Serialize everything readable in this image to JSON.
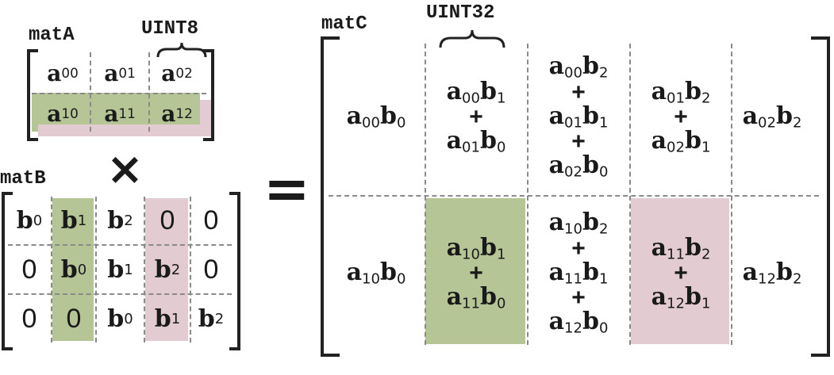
{
  "labels": {
    "matA": "matA",
    "matB": "matB",
    "matC": "matC",
    "uint8": "UINT8",
    "uint32": "UINT32",
    "times": "×",
    "equals": "="
  },
  "matA": [
    [
      {
        "v": "a",
        "s": "00"
      },
      {
        "v": "a",
        "s": "01"
      },
      {
        "v": "a",
        "s": "02"
      }
    ],
    [
      {
        "v": "a",
        "s": "10"
      },
      {
        "v": "a",
        "s": "11"
      },
      {
        "v": "a",
        "s": "12"
      }
    ]
  ],
  "matB": [
    [
      {
        "v": "b",
        "s": "0"
      },
      {
        "v": "b",
        "s": "1"
      },
      {
        "v": "b",
        "s": "2"
      },
      {
        "v": "0",
        "s": ""
      },
      {
        "v": "0",
        "s": ""
      }
    ],
    [
      {
        "v": "0",
        "s": ""
      },
      {
        "v": "b",
        "s": "0"
      },
      {
        "v": "b",
        "s": "1"
      },
      {
        "v": "b",
        "s": "2"
      },
      {
        "v": "0",
        "s": ""
      }
    ],
    [
      {
        "v": "0",
        "s": ""
      },
      {
        "v": "0",
        "s": ""
      },
      {
        "v": "b",
        "s": "0"
      },
      {
        "v": "b",
        "s": "1"
      },
      {
        "v": "b",
        "s": "2"
      }
    ]
  ],
  "matC": [
    [
      [
        [
          "00",
          "0"
        ]
      ],
      [
        [
          "00",
          "1"
        ],
        [
          "01",
          "0"
        ]
      ],
      [
        [
          "00",
          "2"
        ],
        [
          "01",
          "1"
        ],
        [
          "02",
          "0"
        ]
      ],
      [
        [
          "01",
          "2"
        ],
        [
          "02",
          "1"
        ]
      ],
      [
        [
          "02",
          "2"
        ]
      ]
    ],
    [
      [
        [
          "10",
          "0"
        ]
      ],
      [
        [
          "10",
          "1"
        ],
        [
          "11",
          "0"
        ]
      ],
      [
        [
          "10",
          "2"
        ],
        [
          "11",
          "1"
        ],
        [
          "12",
          "0"
        ]
      ],
      [
        [
          "11",
          "2"
        ],
        [
          "12",
          "1"
        ]
      ],
      [
        [
          "12",
          "2"
        ]
      ]
    ]
  ],
  "colors": {
    "green": "#b6c596",
    "pink": "#e2ccd1",
    "dash": "#8a8a8a",
    "ink": "#1a1a1a"
  }
}
